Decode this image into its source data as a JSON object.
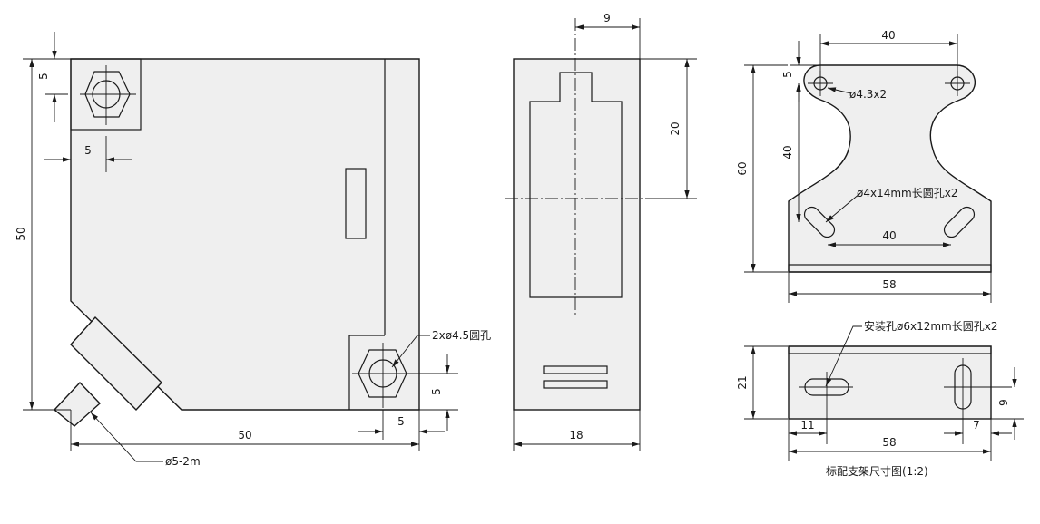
{
  "sensor_front": {
    "dim_top_offset": "5",
    "dim_left_offset": "5",
    "dim_height": "50",
    "dim_width": "50",
    "dim_hole_vertical": "5",
    "dim_hole_horizontal": "5",
    "hole_note": "2xø4.5圆孔",
    "cable_note": "ø5-2m"
  },
  "sensor_side": {
    "dim_top_width": "9",
    "dim_center_height": "20",
    "dim_bottom_width": "18"
  },
  "bracket_top": {
    "dim_hole_spacing_top": "40",
    "dim_top_offset": "5",
    "hole_note": "ø4.3x2",
    "dim_height_inner": "40",
    "dim_height_total": "60",
    "slot_note": "ø4x14mm长圆孔x2",
    "dim_slot_spacing": "40",
    "dim_width": "58"
  },
  "bracket_side": {
    "mount_note": "安装孔ø6x12mm长圆孔x2",
    "dim_height": "21",
    "dim_right_offset": "9",
    "dim_left_offset": "11",
    "dim_right_edge": "7",
    "dim_width": "58",
    "caption": "标配支架尺寸图(1:2)"
  }
}
